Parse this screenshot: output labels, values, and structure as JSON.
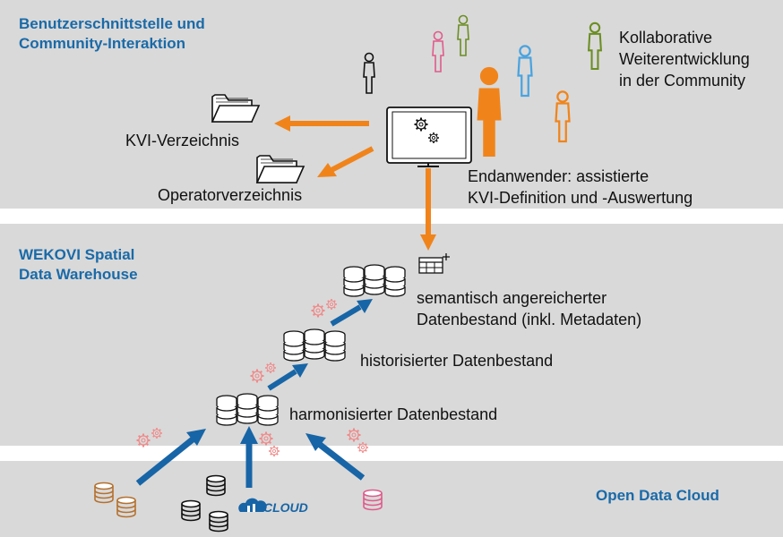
{
  "sections": {
    "top_title": [
      "Benutzerschnittstelle und",
      "Community-Interaktion"
    ],
    "middle_title": [
      "WEKOVI Spatial",
      "Data Warehouse"
    ],
    "bottom_title": "Open Data Cloud"
  },
  "community": {
    "label": [
      "Kollaborative",
      "Weiterentwicklung",
      "in der Community"
    ]
  },
  "folders": {
    "kvi": "KVI-Verzeichnis",
    "operator": "Operatorverzeichnis"
  },
  "enduser": {
    "label": [
      "Endanwender: assistierte",
      "KVI-Definition und -Auswertung"
    ]
  },
  "datasets": {
    "semantic": [
      "semantisch angereicherter",
      "Datenbestand (inkl. Metadaten)"
    ],
    "historized": "historisierter Datenbestand",
    "harmonized": "harmonisierter Datenbestand"
  },
  "cloud_logo": "CLOUD",
  "colors": {
    "band": "#d9d9d9",
    "heading_blue": "#1a6aa8",
    "orange": "#f0841b",
    "arrow_blue": "#1765a6",
    "green": "#6b8e23",
    "pink": "#e05b8b",
    "light_blue": "#4aa3df",
    "brown": "#b5712e",
    "gear_pink": "#f08a8a"
  }
}
